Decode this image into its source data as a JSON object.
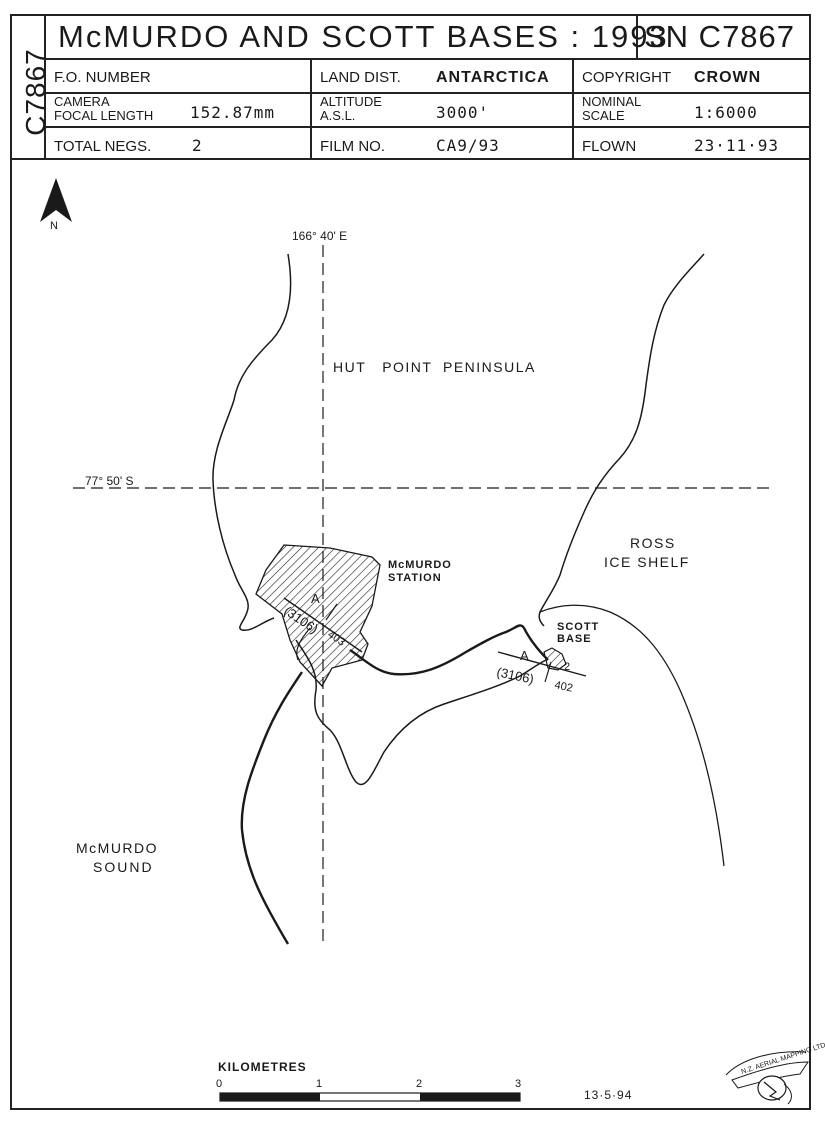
{
  "header": {
    "side_id": "C7867",
    "title": "McMURDO AND SCOTT BASES : 1993",
    "sn": "SN C7867",
    "fo_number_label": "F.O. NUMBER",
    "fo_number_value": "",
    "land_dist_label": "LAND DIST.",
    "land_dist_value": "ANTARCTICA",
    "copyright_label": "COPYRIGHT",
    "copyright_value": "CROWN",
    "camera_label_1": "CAMERA",
    "camera_label_2": "FOCAL LENGTH",
    "camera_value": "152.87mm",
    "altitude_label_1": "ALTITUDE",
    "altitude_label_2": "A.S.L.",
    "altitude_value": "3000'",
    "scale_label_1": "NOMINAL",
    "scale_label_2": "SCALE",
    "scale_value": "1:6000",
    "total_negs_label": "TOTAL NEGS.",
    "total_negs_value": "2",
    "film_no_label": "FILM NO.",
    "film_no_value": "CA9/93",
    "flown_label": "FLOWN",
    "flown_value": "23·11·93"
  },
  "map": {
    "north_label": "N",
    "longitude_label": "166° 40' E",
    "latitude_label": "77° 50' S",
    "place_hut_point": "HUT   POINT  PENINSULA",
    "place_mcmurdo_station_1": "McMURDO",
    "place_mcmurdo_station_2": "STATION",
    "place_ross_1": "ROSS",
    "place_ross_2": "ICE SHELF",
    "place_scott_base_1": "SCOTT",
    "place_scott_base_2": "BASE",
    "place_mcmurdo_sound_1": "McMURDO",
    "place_mcmurdo_sound_2": "SOUND",
    "run_a_west": "A",
    "run_a_west_film": "(3106)",
    "run_a_west_frame": "403",
    "run_a_east": "A",
    "run_a_east_film": "(3106)",
    "run_a_east_frame": "402",
    "run_a_east_neg": "2"
  },
  "scale_bar": {
    "title": "KILOMETRES",
    "ticks": [
      "0",
      "1",
      "2",
      "3"
    ]
  },
  "footer": {
    "date": "13·5·94",
    "logo_text": "N.Z. AERIAL MAPPING LTD"
  },
  "colors": {
    "ink": "#1a1a1a",
    "paper": "#ffffff"
  }
}
